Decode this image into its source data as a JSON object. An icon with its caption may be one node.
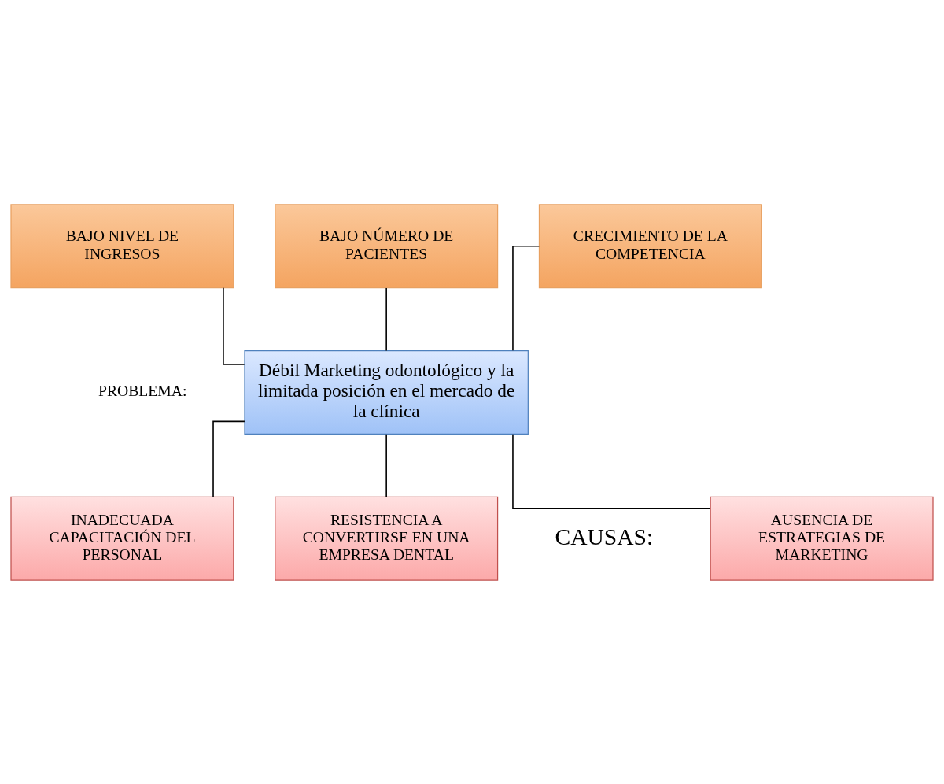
{
  "diagram": {
    "nodes": [
      {
        "text": [
          "BAJO NIVEL DE INGRESOS"
        ]
      },
      {
        "text": [
          "BAJO NÚMERO DE PACIENTES"
        ]
      },
      {
        "text": [
          "CRECIMIENTO DE LA COMPETENCIA"
        ]
      },
      {
        "text": [
          "Débil Marketing odontológico y la limitada posición en el mercado de la clínica"
        ]
      },
      {
        "text": [
          "AUSENCIA DE ESTRATEGIAS DE MARKETING"
        ]
      },
      {
        "text": [
          "INADECUADA CAPACITACIÓN DEL PERSONAL"
        ]
      },
      {
        "text": [
          "RESISTENCIA A CONVERTIRSE EN UNA EMPRESA DENTAL"
        ]
      }
    ],
    "edges": [
      {
        "from": 0,
        "to": 3,
        "arrow": "none"
      },
      {
        "from": 1,
        "to": 3,
        "arrow": "none"
      },
      {
        "from": 2,
        "to": 3,
        "arrow": "none"
      },
      {
        "from": 3,
        "to": 4,
        "arrow": "none"
      },
      {
        "from": 3,
        "to": 5,
        "arrow": "none"
      },
      {
        "from": 3,
        "to": 6,
        "arrow": "none"
      }
    ],
    "labels": [
      "PROBLEMA:",
      "CAUSAS:"
    ]
  }
}
